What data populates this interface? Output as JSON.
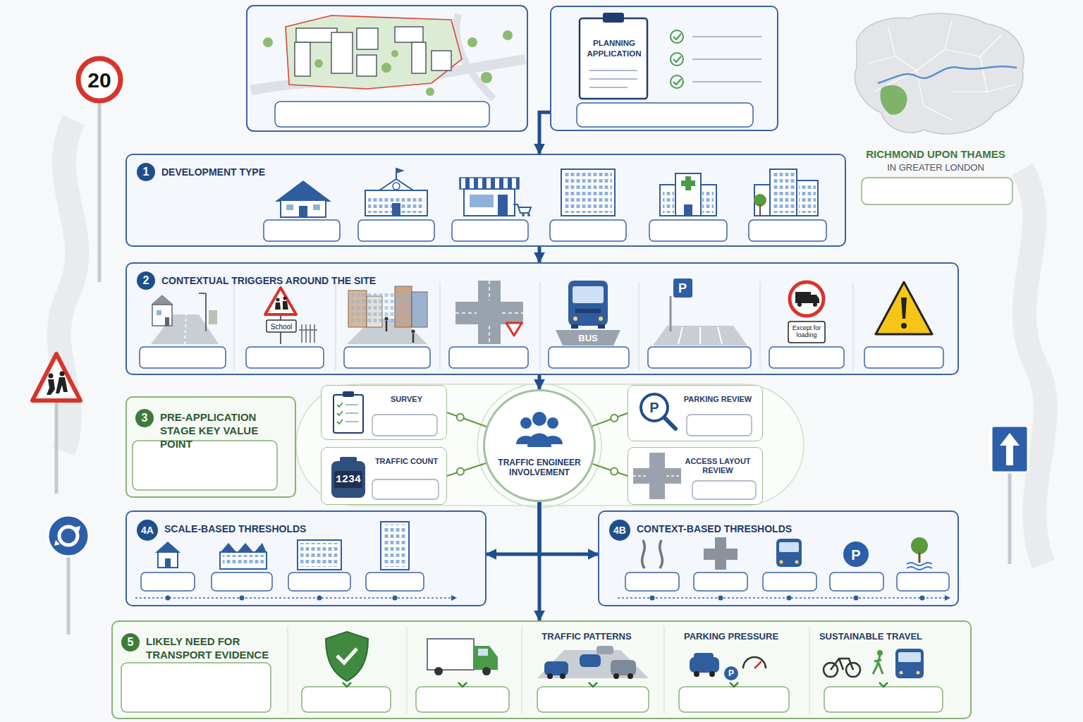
{
  "diagram": {
    "nodes": [
      {
        "text": [
          "PLANNING APPLICATION"
        ]
      },
      {
        "text": [
          "1",
          "DEVELOPMENT TYPE"
        ]
      },
      {
        "text": [
          "2",
          "CONTEXTUAL TRIGGERS AROUND THE SITE"
        ]
      },
      {
        "text": [
          "3",
          "PRE-APPLICATION STAGE KEY VALUE POINT"
        ]
      },
      {
        "text": [
          "SURVEY"
        ]
      },
      {
        "text": [
          "TRAFFIC COUNT"
        ]
      },
      {
        "text": [
          "TRAFFIC ENGINEER INVOLVEMENT"
        ]
      },
      {
        "text": [
          "PARKING REVIEW"
        ]
      },
      {
        "text": [
          "ACCESS LAYOUT REVIEW"
        ]
      },
      {
        "text": [
          "4A",
          "SCALE-BASED THRESHOLDS"
        ]
      },
      {
        "text": [
          "4B",
          "CONTEXT-BASED THRESHOLDS"
        ]
      },
      {
        "text": [
          "5",
          "LIKELY NEED FOR TRANSPORT EVIDENCE"
        ]
      }
    ],
    "edges": [
      {
        "from": 0,
        "to": 1,
        "arrow": "to"
      },
      {
        "from": 1,
        "to": 2,
        "arrow": "to"
      },
      {
        "from": 2,
        "to": 6,
        "arrow": "to"
      },
      {
        "from": 6,
        "to": 4,
        "arrow": "none"
      },
      {
        "from": 6,
        "to": 5,
        "arrow": "none"
      },
      {
        "from": 6,
        "to": 7,
        "arrow": "none"
      },
      {
        "from": 6,
        "to": 8,
        "arrow": "none"
      },
      {
        "from": 6,
        "to": 9,
        "arrow": "to"
      },
      {
        "from": 6,
        "to": 10,
        "arrow": "to"
      },
      {
        "from": 6,
        "to": 11,
        "arrow": "to"
      }
    ],
    "labels": [
      "20",
      "School",
      "BUS",
      "P",
      "Except for loading",
      "1234",
      "RICHMOND UPON THAMES",
      "IN GREATER LONDON",
      "P",
      "P",
      "TRAFFIC PATTERNS",
      "PARKING PRESSURE",
      "SUSTAINABLE TRAVEL",
      "P"
    ]
  }
}
